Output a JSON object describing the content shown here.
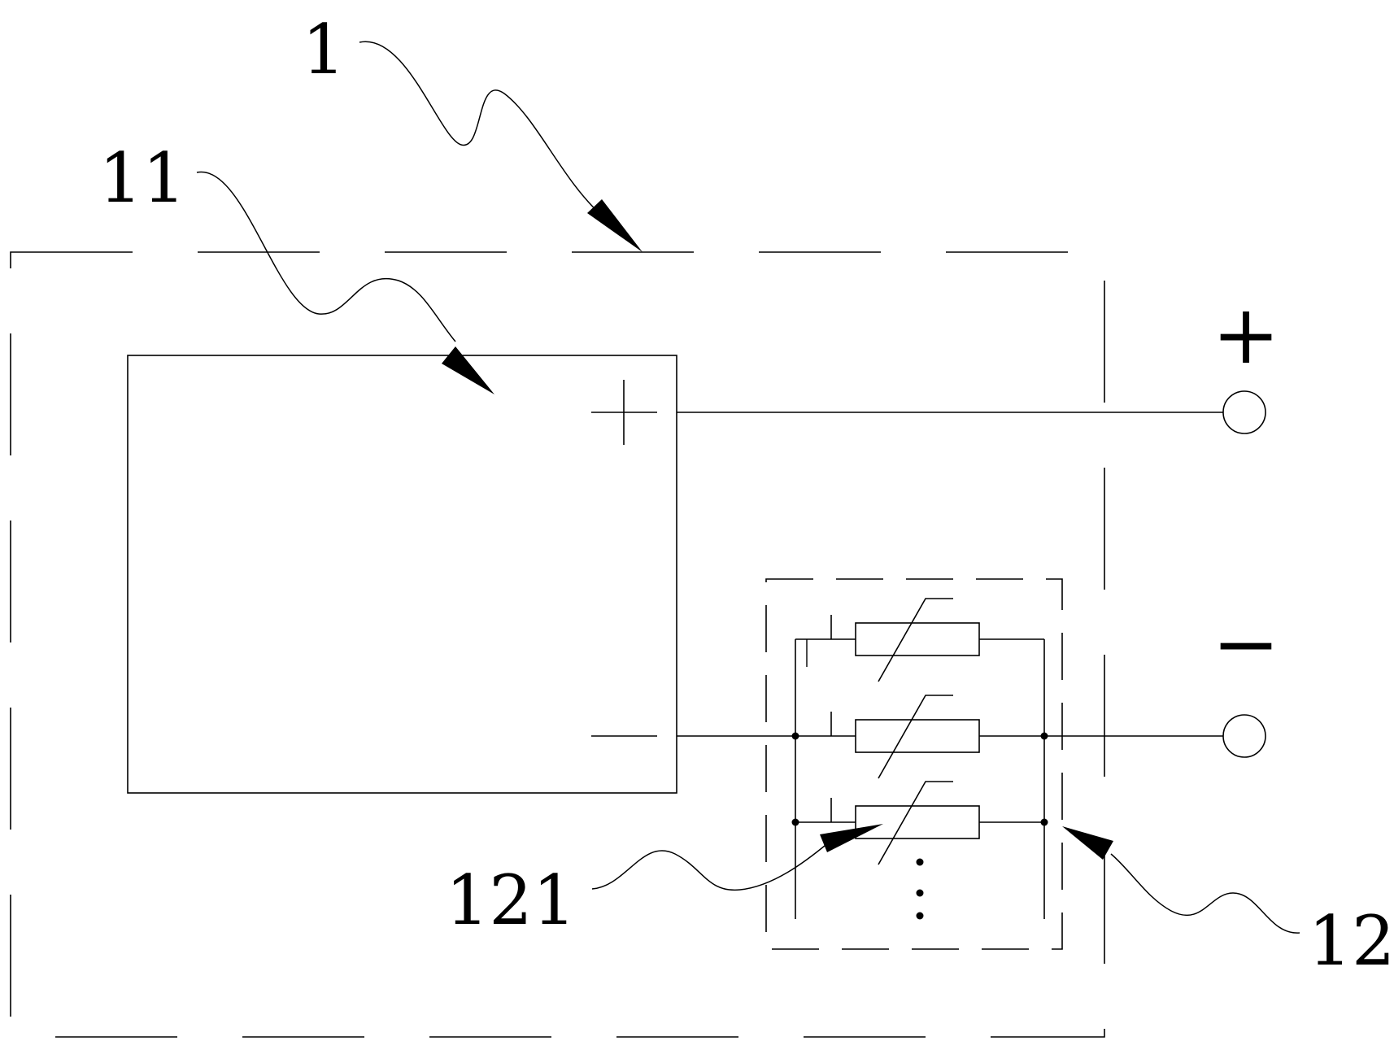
{
  "labels": {
    "assembly": "1",
    "cell": "11",
    "resistor_network": "12",
    "resistor": "121"
  },
  "terminals": {
    "positive_symbol": "+",
    "negative_symbol": "−"
  },
  "colors": {
    "line": "#000000",
    "background": "#ffffff"
  }
}
